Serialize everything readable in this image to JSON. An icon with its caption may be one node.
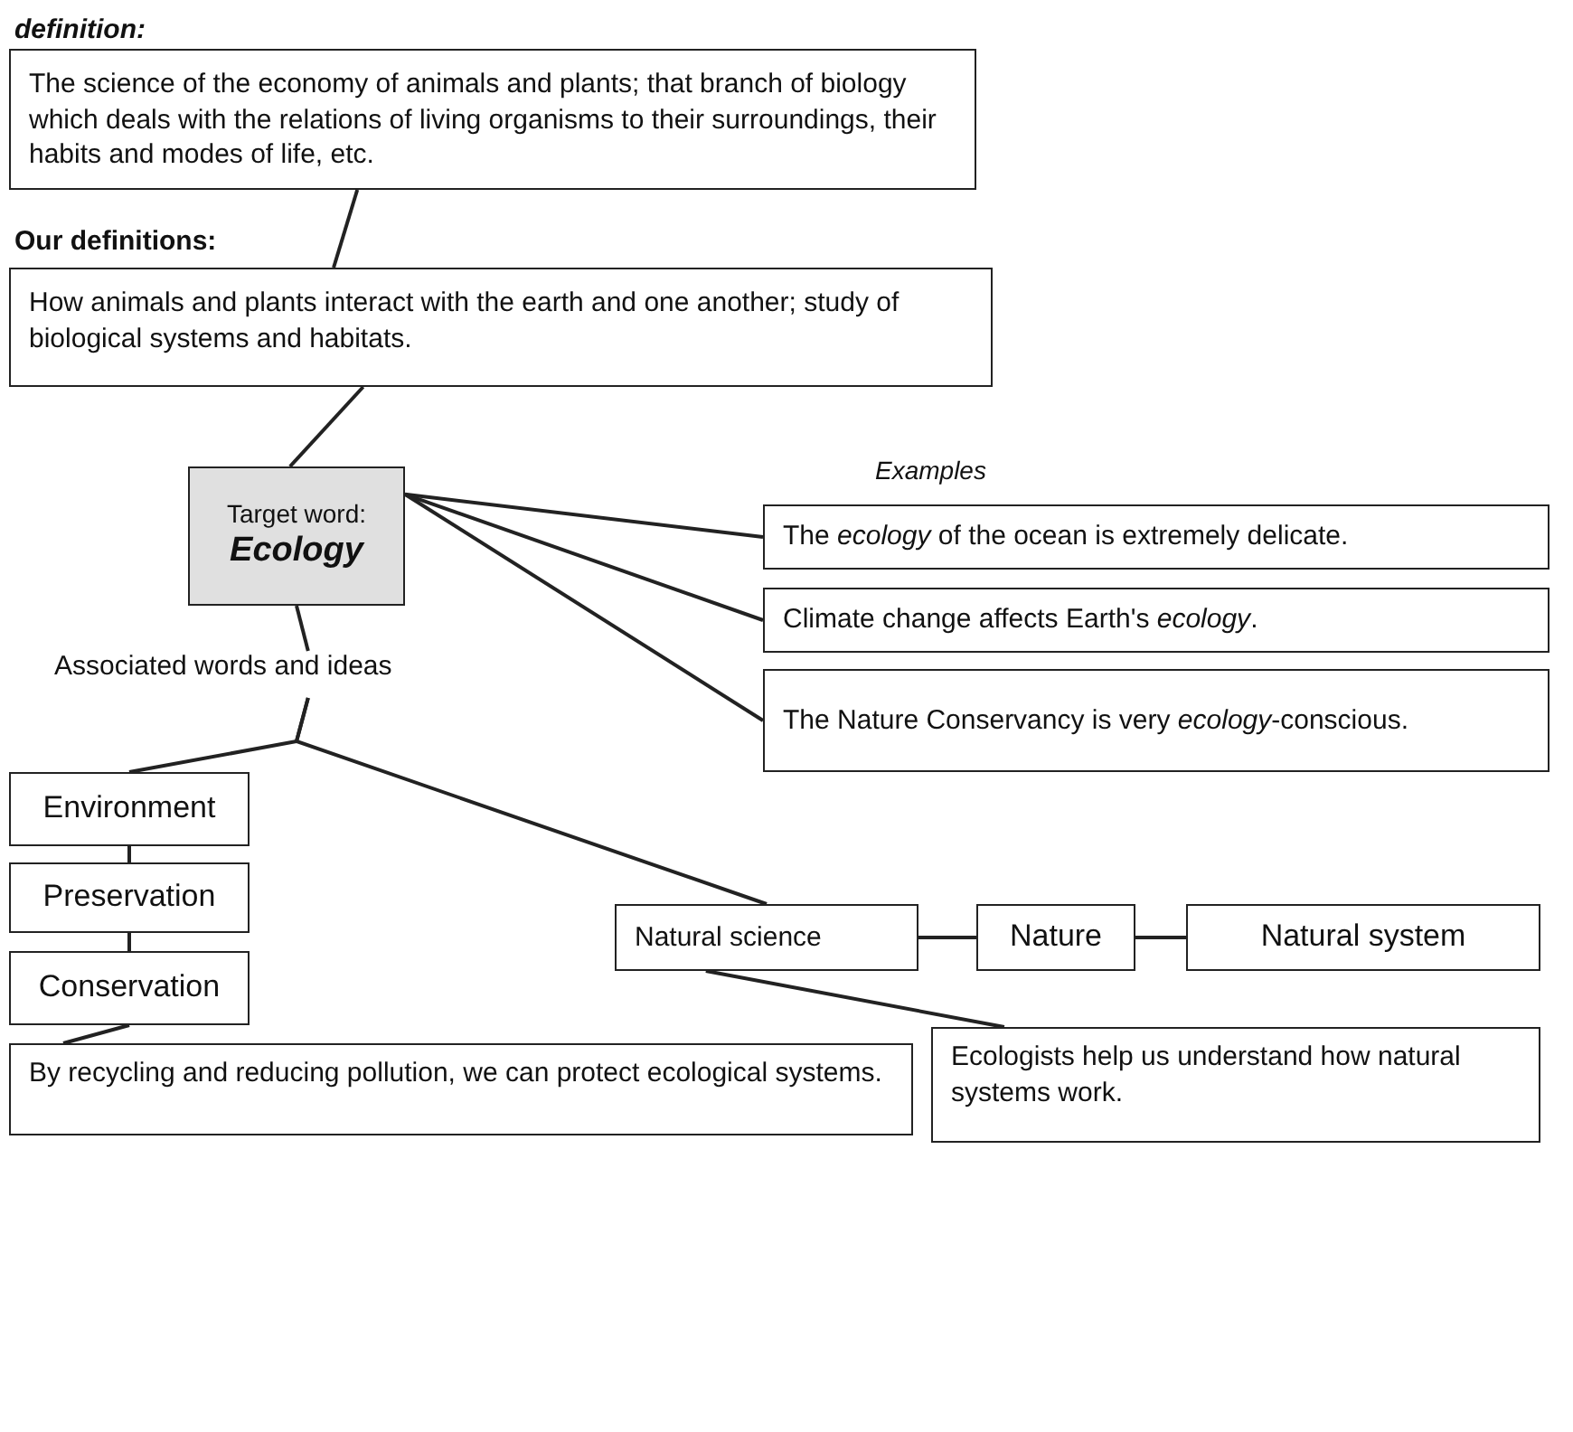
{
  "diagram": {
    "nodes": [
      {
        "text": [
          "definition:",
          "The science of the economy of animals and plants; that branch of biology which deals with the relations of living organisms to their surroundings, their habits and modes of life, etc."
        ]
      },
      {
        "text": [
          "Our definitions:",
          "How animals and plants interact with the earth and one another; study of biological systems and habitats."
        ]
      },
      {
        "text": [
          "Target word:",
          "Ecology"
        ]
      },
      {
        "text": [
          "The *ecology* of the ocean is extremely delicate."
        ]
      },
      {
        "text": [
          "Climate change affects Earth's *ecology*."
        ]
      },
      {
        "text": [
          "The Nature Conservancy is very *ecology*-conscious."
        ]
      },
      {
        "text": [
          "Associated words and ideas"
        ]
      },
      {
        "text": [
          "Environment"
        ]
      },
      {
        "text": [
          "Preservation"
        ]
      },
      {
        "text": [
          "Conservation"
        ]
      },
      {
        "text": [
          "By recycling and reducing pollution, we can protect ecological systems."
        ]
      },
      {
        "text": [
          "Natural science"
        ]
      },
      {
        "text": [
          "Nature"
        ]
      },
      {
        "text": [
          "Natural system"
        ]
      },
      {
        "text": [
          "Ecologists help us understand how natural systems work."
        ]
      }
    ],
    "edges": [
      {
        "from": 0,
        "to": 1,
        "arrow": "none"
      },
      {
        "from": 1,
        "to": 2,
        "arrow": "none"
      },
      {
        "from": 2,
        "to": 3,
        "arrow": "none"
      },
      {
        "from": 2,
        "to": 4,
        "arrow": "none"
      },
      {
        "from": 2,
        "to": 5,
        "arrow": "none"
      },
      {
        "from": 2,
        "to": 6,
        "arrow": "none"
      },
      {
        "from": 6,
        "to": 7,
        "arrow": "none"
      },
      {
        "from": 6,
        "to": 11,
        "arrow": "none"
      },
      {
        "from": 7,
        "to": 8,
        "arrow": "none"
      },
      {
        "from": 8,
        "to": 9,
        "arrow": "none"
      },
      {
        "from": 9,
        "to": 10,
        "arrow": "none"
      },
      {
        "from": 11,
        "to": 12,
        "arrow": "none"
      },
      {
        "from": 12,
        "to": 13,
        "arrow": "none"
      },
      {
        "from": 11,
        "to": 14,
        "arrow": "none"
      }
    ],
    "labels": [
      "Examples"
    ]
  }
}
